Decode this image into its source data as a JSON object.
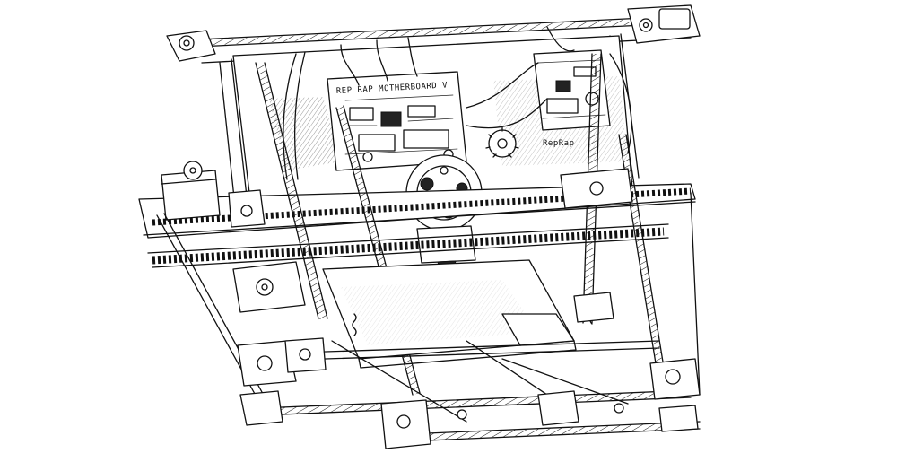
{
  "drawing": {
    "subject": "reprap-3d-printer-line-drawing",
    "board_left_label": "REP RAP MOTHERBOARD V",
    "board_right_label": "RepRap"
  },
  "colors": {
    "background": "#ffffff",
    "ink": "#111111"
  }
}
